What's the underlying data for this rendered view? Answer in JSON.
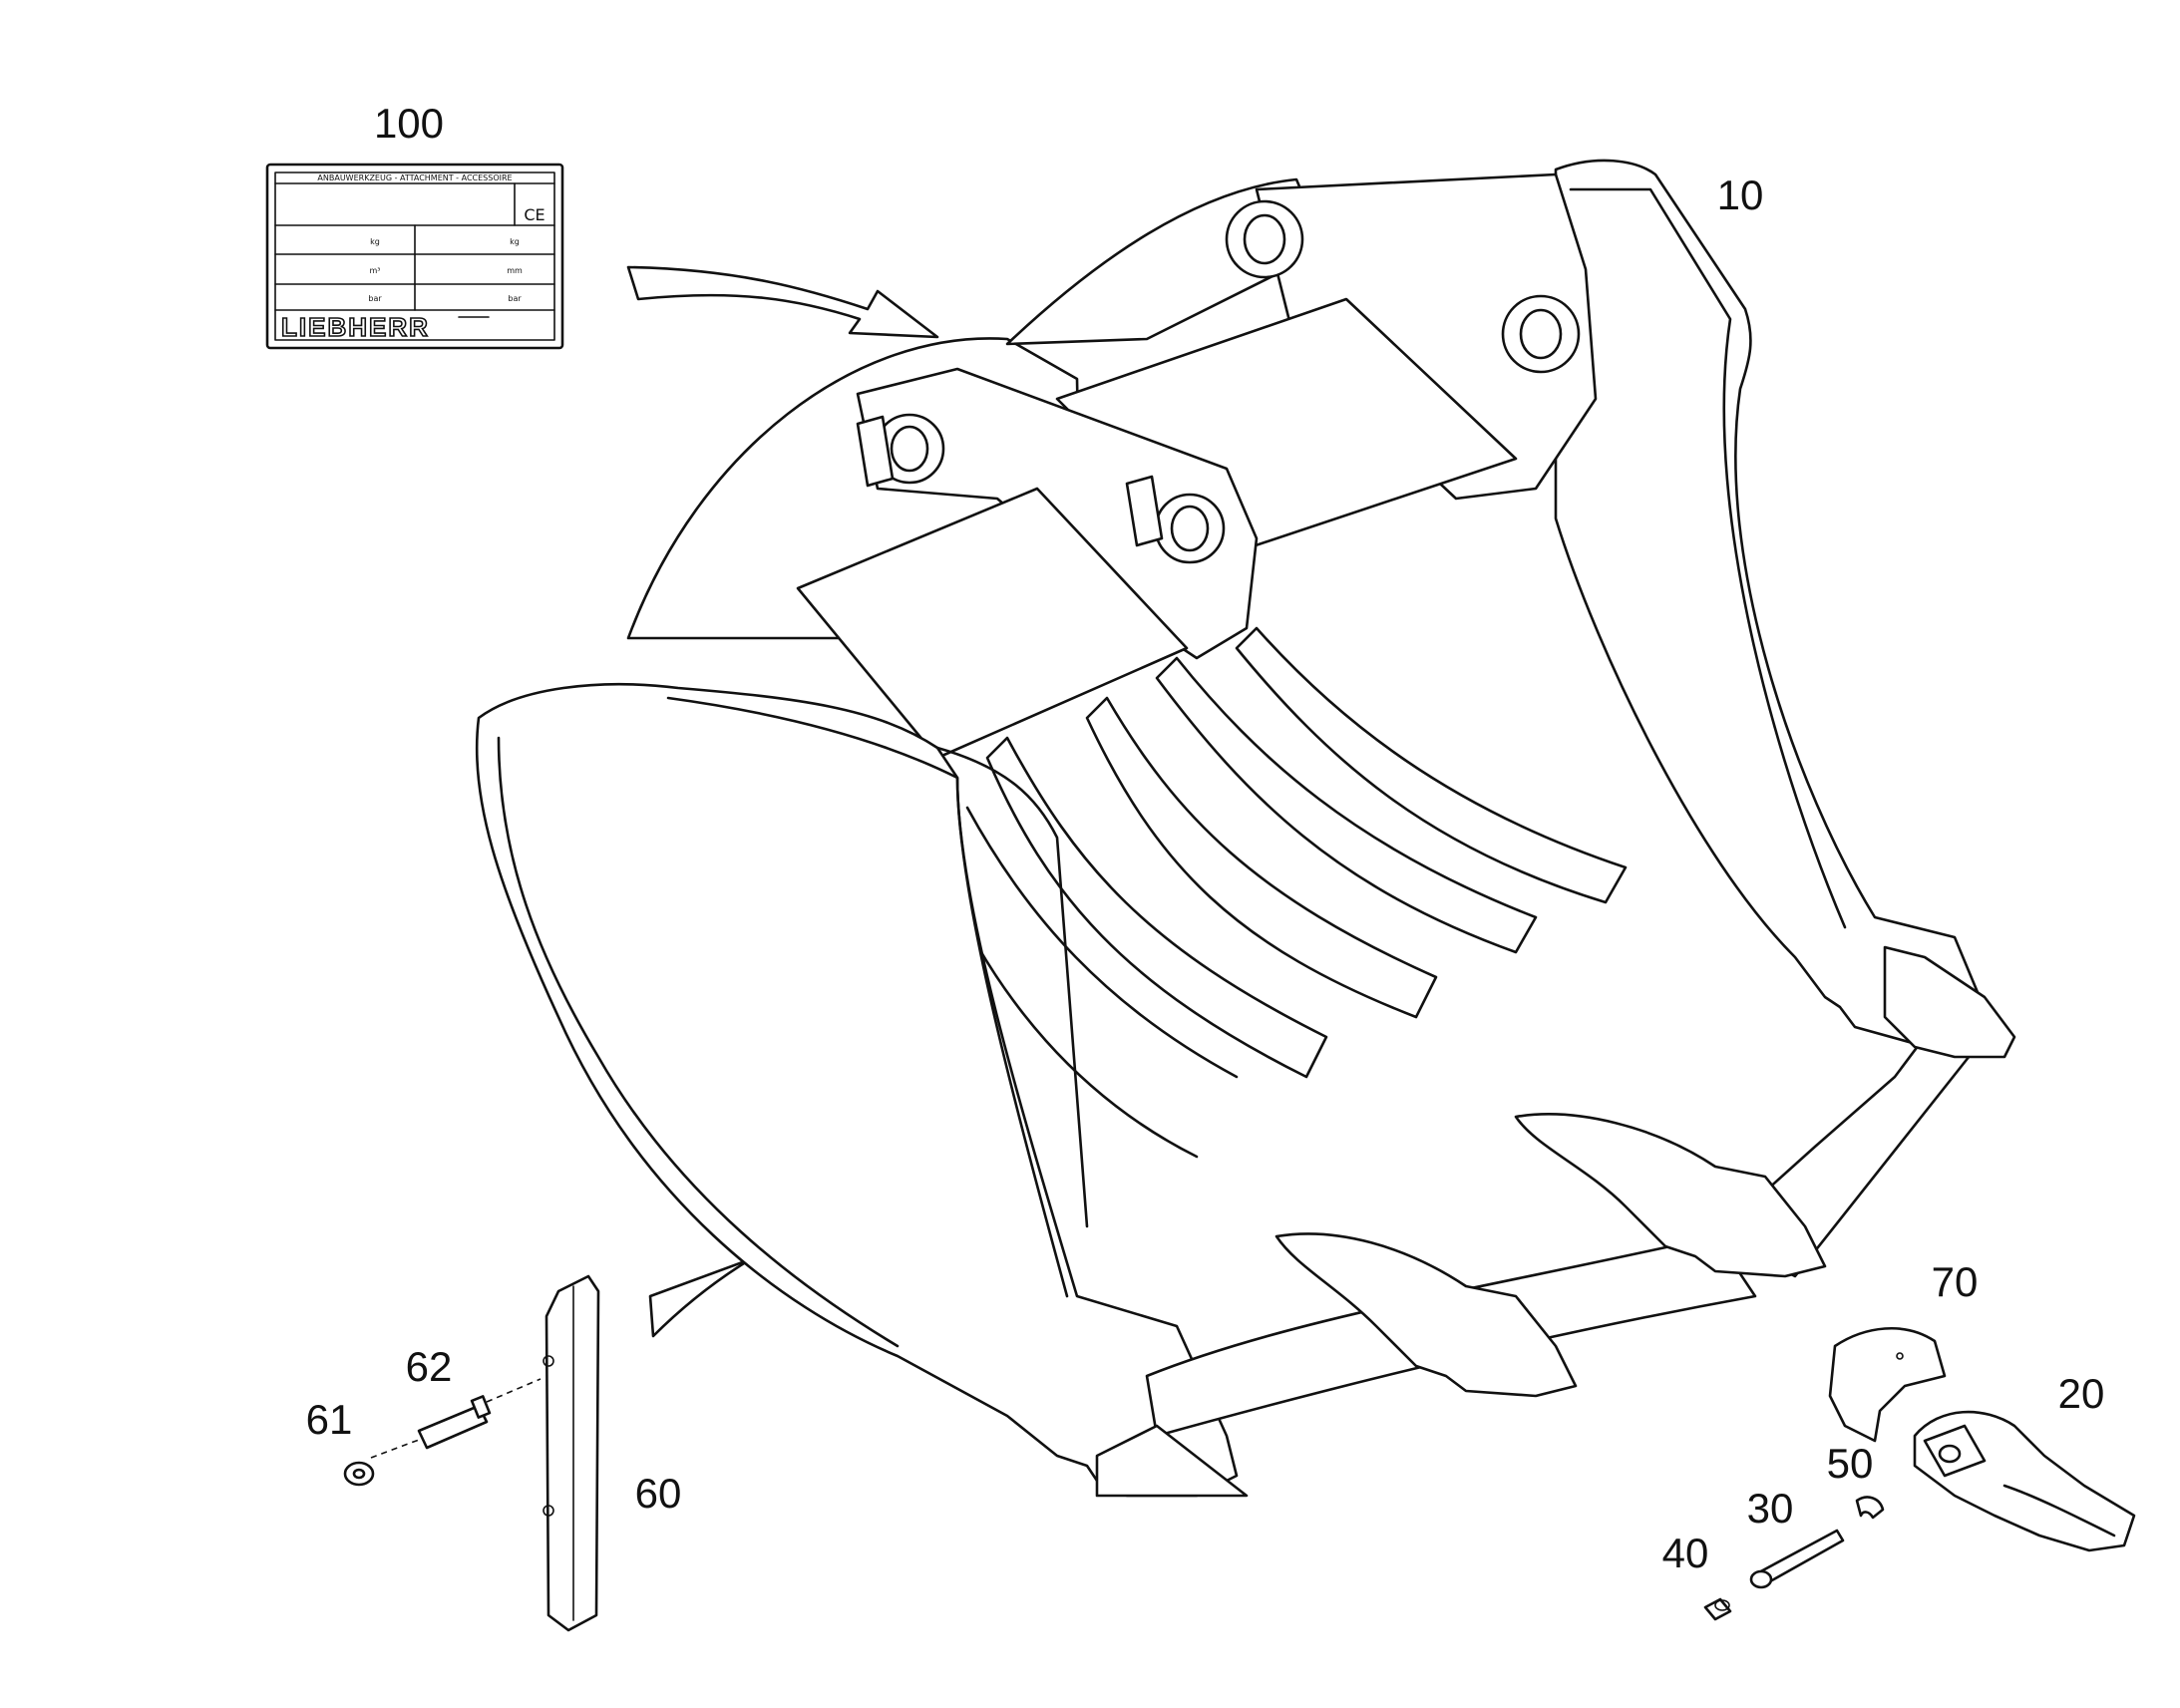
{
  "diagram": {
    "callouts": {
      "c100": "100",
      "c10": "10",
      "c70": "70",
      "c20": "20",
      "c62": "62",
      "c61": "61",
      "c60": "60",
      "c50": "50",
      "c30": "30",
      "c40": "40"
    },
    "nameplate": {
      "header": "ANBAUWERKZEUG  -  ATTACHMENT  -  ACCESSOIRE",
      "ce_mark": "CE",
      "row1_left": "kg",
      "row1_right": "kg",
      "row2_left": "m³",
      "row2_right": "mm",
      "row3_left": "bar",
      "row3_right": "bar",
      "logo": "LIEBHERR"
    }
  }
}
